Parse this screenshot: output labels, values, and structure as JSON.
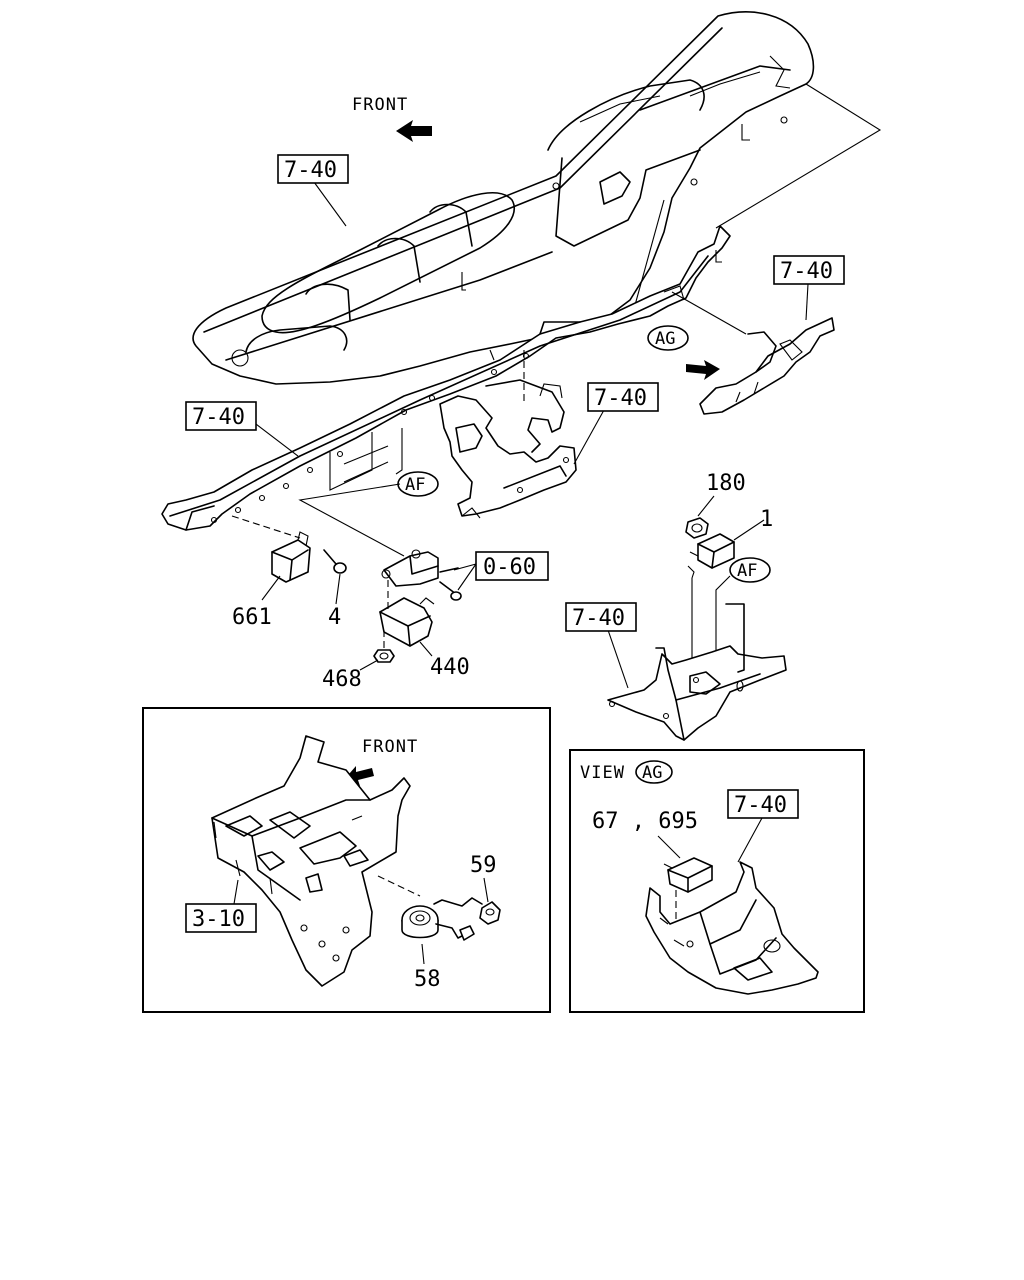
{
  "diagram": {
    "front_top": "FRONT",
    "front_inset": "FRONT",
    "view_prefix": "VIEW",
    "view_code": "AG",
    "refs": {
      "r_dash": "7-40",
      "r_ag_bracket": "7-40",
      "r_cross": "7-40",
      "r_center": "7-40",
      "r_060": "0-60",
      "r_bottom_bracket": "7-40",
      "r_inset_310": "3-10",
      "r_view_740": "7-40"
    },
    "circled": {
      "c_ag_main": "AG",
      "c_af_main": "AF",
      "c_af_right": "AF"
    },
    "part_numbers": {
      "p180": "180",
      "p1": "1",
      "p661": "661",
      "p4": "4",
      "p440": "440",
      "p468": "468",
      "p59": "59",
      "p58": "58",
      "p67_695": "67 , 695"
    },
    "icons": [
      "front-arrow-icon",
      "direction-arrow-icon"
    ]
  }
}
